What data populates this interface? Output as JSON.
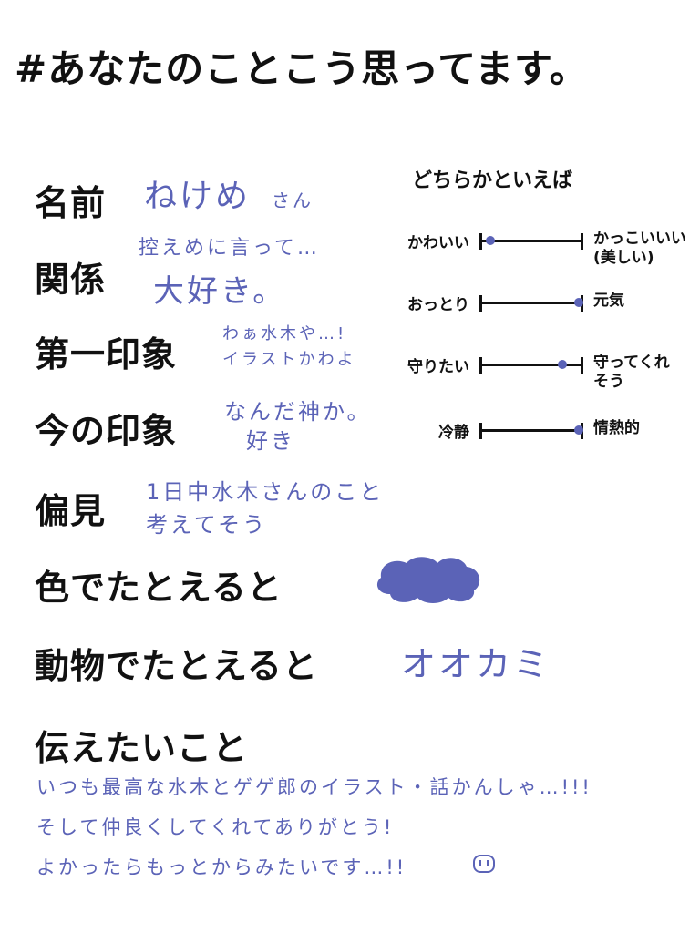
{
  "title": "#あなたのことこう思ってます。",
  "rows": {
    "name": {
      "label": "名前",
      "answer": "ねけめ",
      "suffix": "さん"
    },
    "relation": {
      "label": "関係",
      "answer_line1": "控えめに言って…",
      "answer_line2": "大好き。"
    },
    "first_impression": {
      "label": "第一印象",
      "answer_line1": "わぁ水木や…!",
      "answer_line2": "イラストかわよ"
    },
    "current_impression": {
      "label": "今の印象",
      "answer_line1": "なんだ神か。",
      "answer_line2": "好き"
    },
    "prejudice": {
      "label": "偏見",
      "answer_line1": "1日中水木さんのこと",
      "answer_line2": "考えてそう"
    },
    "color": {
      "label": "色でたとえると",
      "swatch_color": "#5b63b7"
    },
    "animal": {
      "label": "動物でたとえると",
      "answer": "オオカミ"
    },
    "message": {
      "label": "伝えたいこと",
      "line1": "いつも最高な水木とゲゲ郎のイラスト・話かんしゃ…!!!",
      "line2": "そして仲良くしてくれてありがとう!",
      "line3": "よかったらもっとからみたいです…!!"
    }
  },
  "scale": {
    "heading": "どちらかといえば",
    "items": [
      {
        "left": "かわいい",
        "right_line1": "かっこいいい",
        "right_line2": "(美しい)",
        "value": 0.1
      },
      {
        "left": "おっとり",
        "right_line1": "元気",
        "right_line2": "",
        "value": 0.97
      },
      {
        "left": "守りたい",
        "right_line1": "守ってくれ",
        "right_line2": "そう",
        "value": 0.81
      },
      {
        "left": "冷静",
        "right_line1": "情熱的",
        "right_line2": "",
        "value": 0.97
      }
    ]
  },
  "accent_color": "#5b63b7"
}
